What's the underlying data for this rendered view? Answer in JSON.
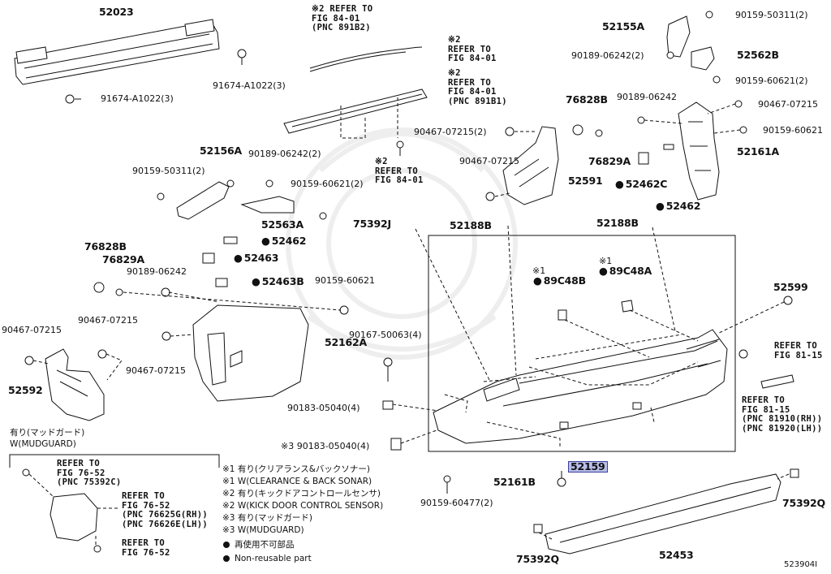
{
  "diagram_id": "523904I",
  "highlighted_part": "52159",
  "parts": {
    "p52023": "52023",
    "p91674_3_top": "91674-A1022(3)",
    "p91674_3_left": "91674-A1022(3)",
    "ref1": "※2 REFER TO\nFIG 84-01\n(PNC 891B2)",
    "ref2": "※2\nREFER TO\nFIG 84-01",
    "ref3": "※2\nREFER TO\nFIG 84-01\n(PNC 891B1)",
    "ref4": "※2\nREFER TO\nFIG 84-01",
    "p52155A": "52155A",
    "p90159_50311_2_r": "90159-50311(2)",
    "p90189_06242_2_r": "90189-06242(2)",
    "p52562B": "52562B",
    "p90159_60621_2_r": "90159-60621(2)",
    "p76828B_r": "76828B",
    "p90189_06242_r": "90189-06242",
    "p90467_07215_r1": "90467-07215",
    "p90159_60621_r": "90159-60621",
    "p52161A": "52161A",
    "p90467_07215_2": "90467-07215(2)",
    "p90467_07215_m": "90467-07215",
    "p52591": "52591",
    "p76829A_r": "76829A",
    "p52462C": "52462C",
    "p52462_r": "52462",
    "p52156A": "52156A",
    "p90189_06242_2_l": "90189-06242(2)",
    "p90159_50311_2_l": "90159-50311(2)",
    "p90159_60621_2_l": "90159-60621(2)",
    "p52563A": "52563A",
    "p75392J": "75392J",
    "p52188B_l": "52188B",
    "p52188B_r": "52188B",
    "p76828B_l": "76828B",
    "p76829A_l": "76829A",
    "p90189_06242_l": "90189-06242",
    "p52462_l": "52462",
    "p52463": "52463",
    "p52463B": "52463B",
    "p90159_60621_l": "90159-60621",
    "p89C48B": "89C48B",
    "p89C48A": "89C48A",
    "note1a": "※1",
    "note1b": "※1",
    "p52599": "52599",
    "p90467_07215_l1": "90467-07215",
    "p90467_07215_l2": "90467-07215",
    "p52162A": "52162A",
    "p90167_50063_4": "90167-50063(4)",
    "p90467_07215_l3": "90467-07215",
    "ref_81_15a": "REFER TO\nFIG 81-15",
    "ref_81_15b": "REFER TO\nFIG 81-15\n(PNC 81910(RH))\n(PNC 81920(LH))",
    "p52592": "52592",
    "p90183_05040_4": "90183-05040(4)",
    "p90183_05040_4_n3": "※3 90183-05040(4)",
    "mudguard_jp": "有り(マッドガード)",
    "mudguard_en": "W(MUDGUARD)",
    "ref_76_52a": "REFER TO\nFIG 76-52\n(PNC 75392C)",
    "ref_76_52b": "REFER TO\nFIG 76-52\n(PNC 76625G(RH))\n(PNC 76626E(LH))",
    "ref_76_52c": "REFER TO\nFIG 76-52",
    "p52159": "52159",
    "p52161B": "52161B",
    "p90159_60477_2": "90159-60477(2)",
    "p75392Q_r": "75392Q",
    "p75392Q_l": "75392Q",
    "p52453": "52453"
  },
  "legend": [
    "※1 有り(クリアランス&バックソナー)",
    "※1 W(CLEARANCE & BACK SONAR)",
    "※2 有り(キックドアコントロールセンサ)",
    "※2 W(KICK DOOR CONTROL SENSOR)",
    "※3 有り(マッドガード)",
    "※3 W(MUDGUARD)",
    "● 再使用不可部品",
    "● Non-reusable part"
  ],
  "colors": {
    "line": "#111111",
    "highlight_fill": "#b9bee9",
    "highlight_border": "#3b3f9e",
    "watermark": "#eeeeee"
  }
}
